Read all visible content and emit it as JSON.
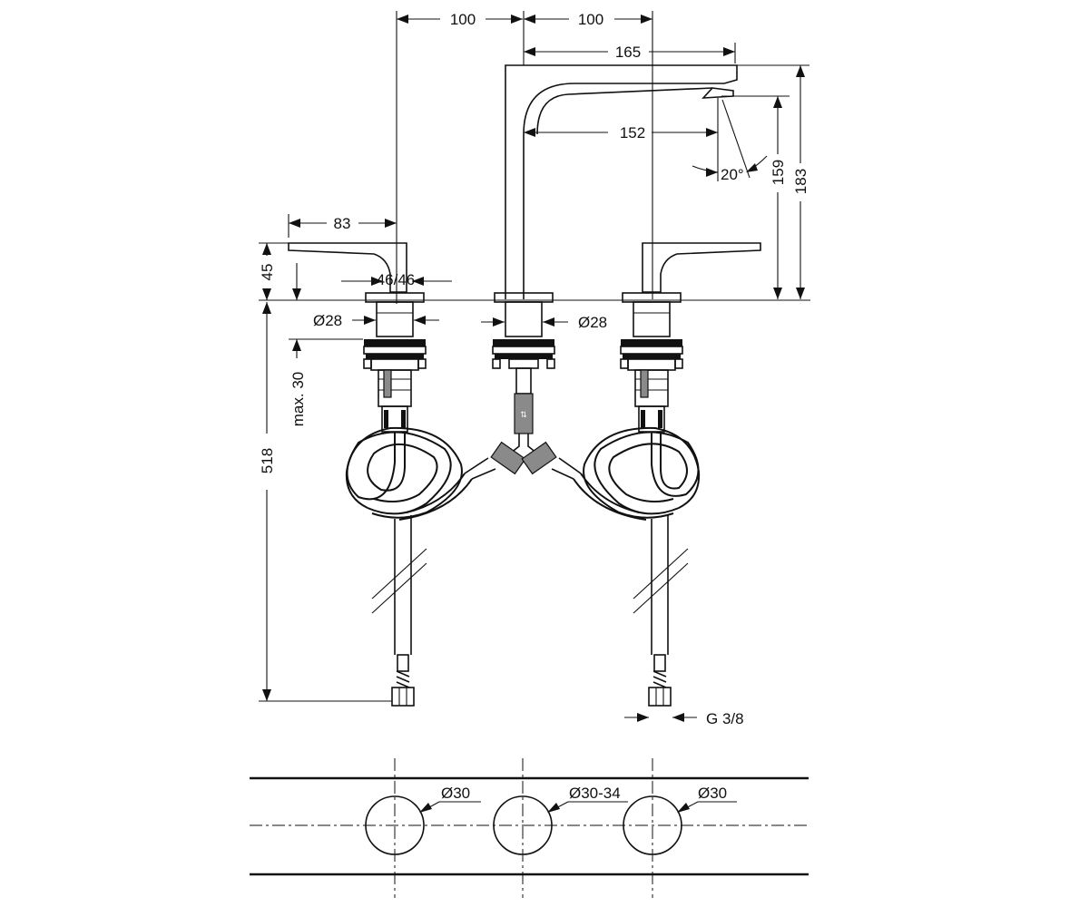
{
  "dimensions": {
    "d_100_left": "100",
    "d_100_right": "100",
    "d_165": "165",
    "d_152": "152",
    "d_20deg": "20°",
    "d_159": "159",
    "d_183": "183",
    "d_83": "83",
    "d_45": "45",
    "d_46_46": "46/46",
    "d_dia28_left": "Ø28",
    "d_dia28_right": "Ø28",
    "d_max30": "max. 30",
    "d_518": "518",
    "d_g38": "G 3/8"
  },
  "holes": {
    "left": "Ø30",
    "center": "Ø30-34",
    "right": "Ø30"
  }
}
